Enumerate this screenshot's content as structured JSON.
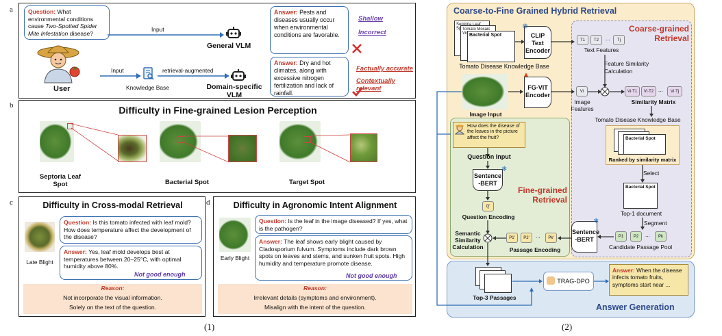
{
  "figure": {
    "label_left": "(1)",
    "label_right": "(2)"
  },
  "panel_a": {
    "letter": "a",
    "question_label": "Question:",
    "question_pre": "What environmental conditions cause ",
    "question_em": "Two-Spotted Spider Mite Infestation",
    "question_post": " disease?",
    "user_label": "User",
    "input_label_top": "Input",
    "input_label_bottom": "Input",
    "general_vlm": "General VLM",
    "knowledge_base": "Knowledge Base",
    "retrieval_augmented": "retrieval-augmented",
    "domain_vlm": "Domain-specific VLM",
    "answer_label": "Answer:",
    "answer_general": "Pests and diseases usually occur when environmental conditions are favorable.",
    "answer_domain": "Dry and hot climates, along with excessive nitrogen fertilization and lack of rainfall.",
    "shallow": "Shallow",
    "incorrect": "Incorrect",
    "factually": "Factually accurate",
    "contextually": "Contextually relevant",
    "colors": {
      "bad": "#c0392b",
      "good": "#c0392b",
      "tag": "#6a3fb0"
    }
  },
  "panel_b": {
    "letter": "b",
    "title": "Difficulty in Fine-grained Lesion Perception",
    "items": [
      {
        "label": "Septoria Leaf Spot"
      },
      {
        "label": "Bacterial Spot"
      },
      {
        "label": "Target Spot"
      }
    ]
  },
  "panel_c": {
    "letter": "c",
    "title": "Difficulty in Cross-modal Retrieval",
    "image_label": "Late Blight",
    "question_label": "Question:",
    "question": "Is this tomato infected with leaf mold? How does temperature affect the development of the disease?",
    "answer_label": "Answer:",
    "answer": "Yes, leaf mold develops best at temperatures between 20–25°C, with optimal humidity above 80%.",
    "not_good": "Not good enough",
    "reason_title": "Reason:",
    "reason_1": "Not incorporate the visual information.",
    "reason_2": "Solely on the text of the question."
  },
  "panel_d": {
    "letter": "d",
    "title": "Difficulty in Agronomic Intent Alignment",
    "image_label": "Early Blight",
    "question_label": "Question:",
    "question": "Is the leaf in the image diseased? If yes, what is the pathogen?",
    "answer_label": "Answer:",
    "answer": "The leaf shows early blight caused by Cladosporium fulvum. Symptoms include dark brown spots on leaves and stems, and sunken fruit spots. High humidity and temperature promote disease.",
    "not_good": "Not good enough",
    "reason_title": "Reason:",
    "reason_1": "Irrelevant details (symptoms and environment).",
    "reason_2": "Misalign with the intent of the question."
  },
  "right": {
    "title": "Coarse-to-Fine Grained Hybrid Retrieval",
    "coarse_title": "Coarse-grained Retrieval",
    "fine_title": "Fine-grained Retrieval",
    "kb_label": "Tomato Disease Knowledge Base",
    "doc_title_1": "Septoria Leaf Spot",
    "doc_title_2": "Tomato Mosaic Virus",
    "doc_title_3": "Bacterial Spot",
    "clip_encoder": "CLIP Text Encoder",
    "text_features": "Text Features",
    "text_tokens": [
      "T1",
      "T2",
      "...",
      "Tj"
    ],
    "feature_similarity": "Feature Similarity Calculation",
    "image_input": "Image Input",
    "fgvit_encoder": "FG-VIT Encoder",
    "image_token": "Vi",
    "image_features": "Image Features",
    "sim_tokens": [
      "Vi·T1",
      "Vi·T2",
      "...",
      "Vi·Tj"
    ],
    "similarity_matrix": "Similarity Matrix",
    "kb_label_2": "Tomato Disease Knowledge Base",
    "ranked_doc": "Bacterial Spot",
    "ranked": "Ranked by similarity matrix",
    "select": "Select",
    "top1_doc": "Bacterial Spot",
    "top1": "Top-1 document",
    "segment": "Segment",
    "passage_tokens": [
      "P1",
      "P2",
      "...",
      "Pk"
    ],
    "candidate_pool": "Candidate Passage Pool",
    "sbert_right": "Sentence -BERT",
    "question_bubble": "How does the disease of the leaves in the picture affect the fruit?",
    "question_input": "Question Input",
    "sbert_left": "Sentence -BERT",
    "q_token": "Q'",
    "question_encoding": "Question Encoding",
    "semantic_similarity": "Semantic Similarity Calculation",
    "enc_tokens": [
      "P1'",
      "P2'",
      "...",
      "Pk'"
    ],
    "passage_encoding": "Passage Encoding",
    "top3": "Top-3 Passages",
    "trag_dpo": "TRAG-DPO",
    "answer_label": "Answer:",
    "answer": "When the disease infects tomato fruits, symptoms start near ...",
    "answer_generation": "Answer Generation",
    "colors": {
      "outer_bg": "#fbeccb",
      "coarse_bg": "#e6e4f0",
      "fine_bg": "#e3edd6",
      "gen_bg": "#dbe7f3",
      "title_blue": "#2f4a8a",
      "red": "#c0392b"
    }
  }
}
